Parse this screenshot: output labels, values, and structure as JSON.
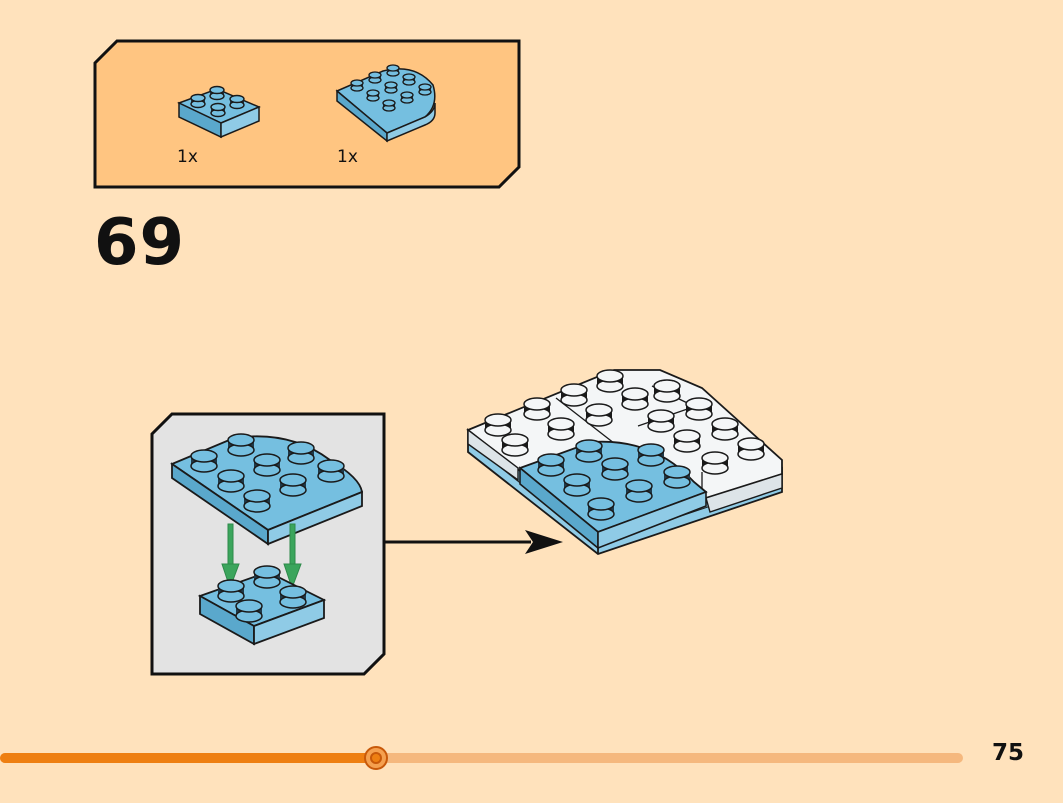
{
  "parts_list": {
    "items": [
      {
        "name": "plate-2x2",
        "quantity": "1x",
        "color": "#75BFE0"
      },
      {
        "name": "plate-3x3-round-corner",
        "quantity": "1x",
        "color": "#75BFE0"
      }
    ],
    "background": "#FFC581"
  },
  "step": {
    "number": "69"
  },
  "colors": {
    "page_background": "#FFE2BC",
    "brick_blue": "#75BFE0",
    "brick_white": "#F4F6F7",
    "arrow_green": "#3BA55C",
    "progress_fill": "#EE7F12",
    "progress_track": "#F5B87E"
  },
  "progress": {
    "fraction": 0.39
  },
  "page": {
    "number": "75"
  }
}
